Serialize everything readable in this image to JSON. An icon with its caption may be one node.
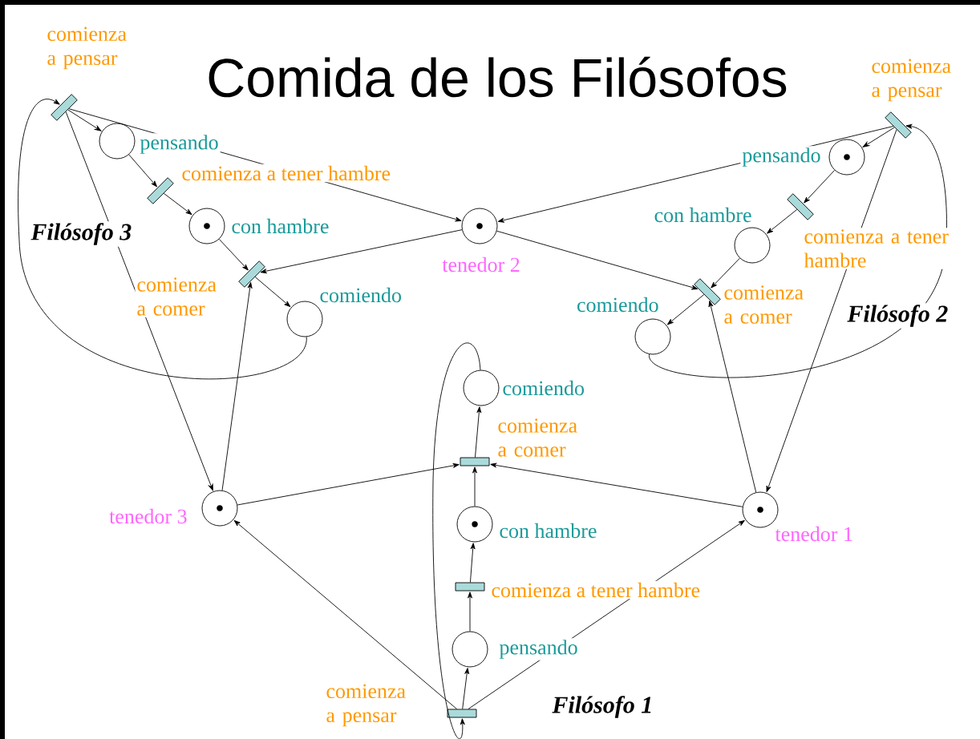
{
  "diagram": {
    "title": "Comida de los Filósofos",
    "nodes": [
      {
        "text": [],
        "shape": "bar",
        "beside": [
          "comienza a pensar"
        ]
      },
      {
        "text": [],
        "shape": "circle",
        "beside": [
          "pensando"
        ]
      },
      {
        "text": [],
        "shape": "bar",
        "beside": [
          "comienza a tener hambre"
        ]
      },
      {
        "text": [],
        "shape": "circle",
        "beside": [
          "con hambre"
        ]
      },
      {
        "text": [],
        "shape": "bar",
        "beside": [
          "comienza a comer"
        ]
      },
      {
        "text": [],
        "shape": "circle",
        "beside": [
          "comiendo"
        ]
      },
      {
        "text": [],
        "shape": "circle",
        "beside": [
          "tenedor 2"
        ]
      },
      {
        "text": [],
        "shape": "bar",
        "beside": [
          "comienza a pensar"
        ]
      },
      {
        "text": [],
        "shape": "circle",
        "beside": [
          "pensando"
        ]
      },
      {
        "text": [],
        "shape": "bar",
        "beside": [
          "comienza a tener hambre"
        ]
      },
      {
        "text": [],
        "shape": "circle",
        "beside": [
          "con hambre"
        ]
      },
      {
        "text": [],
        "shape": "bar",
        "beside": [
          "comienza a comer"
        ]
      },
      {
        "text": [],
        "shape": "circle",
        "beside": [
          "comiendo"
        ]
      },
      {
        "text": [],
        "shape": "circle",
        "beside": [
          "comiendo"
        ]
      },
      {
        "text": [],
        "shape": "bar",
        "beside": [
          "comienza a comer"
        ]
      },
      {
        "text": [],
        "shape": "circle",
        "beside": [
          "tenedor 3"
        ]
      },
      {
        "text": [],
        "shape": "circle",
        "beside": [
          "tenedor 1"
        ]
      },
      {
        "text": [],
        "shape": "circle",
        "beside": [
          "con hambre"
        ]
      },
      {
        "text": [],
        "shape": "bar",
        "beside": [
          "comienza a tener hambre"
        ]
      },
      {
        "text": [],
        "shape": "circle",
        "beside": [
          "pensando"
        ]
      },
      {
        "text": [],
        "shape": "bar",
        "beside": [
          "comienza a pensar"
        ]
      }
    ],
    "edges": [
      {
        "from": 0,
        "to": 1,
        "arrow": "to"
      },
      {
        "from": 1,
        "to": 2,
        "arrow": "to"
      },
      {
        "from": 2,
        "to": 3,
        "arrow": "to"
      },
      {
        "from": 3,
        "to": 4,
        "arrow": "to"
      },
      {
        "from": 4,
        "to": 5,
        "arrow": "to"
      },
      {
        "from": 5,
        "to": 0,
        "arrow": "to"
      },
      {
        "from": 0,
        "to": 6,
        "arrow": "to"
      },
      {
        "from": 0,
        "to": 15,
        "arrow": "to"
      },
      {
        "from": 6,
        "to": 4,
        "arrow": "to"
      },
      {
        "from": 15,
        "to": 4,
        "arrow": "to"
      },
      {
        "from": 7,
        "to": 8,
        "arrow": "to"
      },
      {
        "from": 8,
        "to": 9,
        "arrow": "to"
      },
      {
        "from": 9,
        "to": 10,
        "arrow": "to"
      },
      {
        "from": 10,
        "to": 11,
        "arrow": "to"
      },
      {
        "from": 11,
        "to": 12,
        "arrow": "to"
      },
      {
        "from": 12,
        "to": 7,
        "arrow": "to"
      },
      {
        "from": 7,
        "to": 6,
        "arrow": "to"
      },
      {
        "from": 7,
        "to": 16,
        "arrow": "to"
      },
      {
        "from": 6,
        "to": 11,
        "arrow": "to"
      },
      {
        "from": 16,
        "to": 11,
        "arrow": "to"
      },
      {
        "from": 20,
        "to": 19,
        "arrow": "to"
      },
      {
        "from": 19,
        "to": 18,
        "arrow": "to"
      },
      {
        "from": 18,
        "to": 17,
        "arrow": "to"
      },
      {
        "from": 17,
        "to": 14,
        "arrow": "to"
      },
      {
        "from": 14,
        "to": 13,
        "arrow": "to"
      },
      {
        "from": 13,
        "to": 20,
        "arrow": "to"
      },
      {
        "from": 20,
        "to": 15,
        "arrow": "to"
      },
      {
        "from": 20,
        "to": 16,
        "arrow": "to"
      },
      {
        "from": 15,
        "to": 14,
        "arrow": "to"
      },
      {
        "from": 16,
        "to": 14,
        "arrow": "to"
      }
    ],
    "labels": [
      "Filósofo 3",
      "Filósofo 2",
      "Filósofo 1"
    ]
  }
}
